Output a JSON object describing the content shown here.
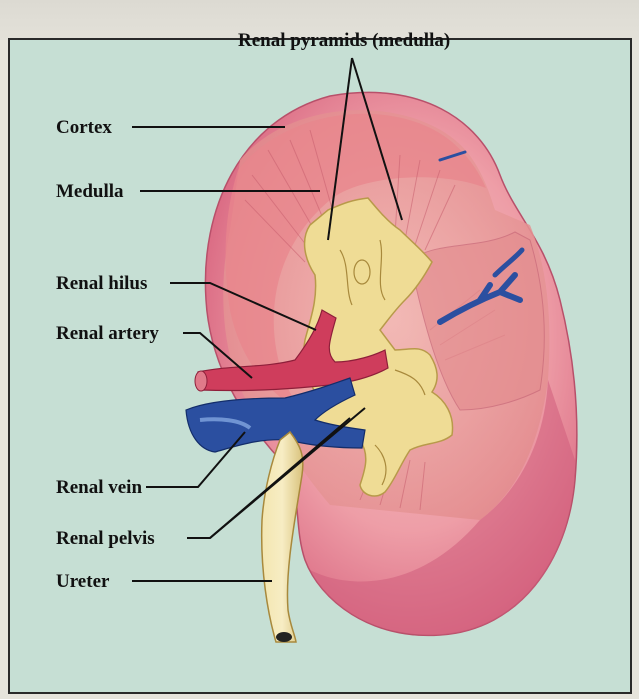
{
  "figure": {
    "labels": {
      "renal_pyramids": "Renal pyramids (medulla)",
      "cortex": "Cortex",
      "medulla": "Medulla",
      "renal_hilus": "Renal hilus",
      "renal_artery": "Renal artery",
      "renal_vein": "Renal vein",
      "renal_pelvis": "Renal pelvis",
      "ureter": "Ureter"
    },
    "colors": {
      "background": "#c6dfd4",
      "cortex": "#e27e86",
      "medulla": "#e89a94",
      "pelvis": "#f0df9c",
      "artery": "#c8324f",
      "vein": "#274a9a",
      "capsule_shadow": "#c84a6a"
    }
  }
}
